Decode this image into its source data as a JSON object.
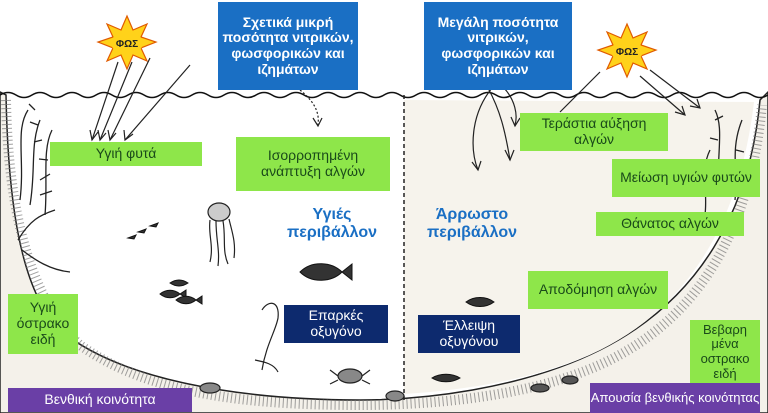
{
  "sun_label": "ΦΩΣ",
  "left_top_box": "Σχετικά μικρή ποσότητα νιτρικών, φωσφορικών και ιζημάτων",
  "right_top_box": "Μεγάλη ποσότητα νιτρικών, φωσφορικών και ιζημάτων",
  "healthy_plants": "Υγιή φυτά",
  "balanced_algae": "Ισορροπημένη ανάπτυξη αλγών",
  "healthy_env": "Υγιές περιβάλλον",
  "sick_env": "Άρρωστο περιβάλλον",
  "huge_algae": "Τεράστια αύξηση αλγών",
  "reduced_plants": "Μείωση υγιών φυτών",
  "algae_death": "Θάνατος αλγών",
  "decomposition": "Αποδόμηση αλγών",
  "enough_oxygen": "Επαρκές οξυγόνο",
  "oxygen_lack": "Έλλειψη οξυγόνου",
  "healthy_shellfish": "Υγιή όστρακο ειδή",
  "sick_shellfish": "Βεβαρη μένα οστρακο ειδή",
  "benthic_community": "Βενθική κοινότητα",
  "no_benthic": "Απουσία βενθικής κοινότητας",
  "colors": {
    "blue": "#1a6fc4",
    "green": "#8ee64a",
    "navy": "#0d2a6e",
    "purple": "#6a3fa6",
    "sun": "#ffd21a"
  }
}
